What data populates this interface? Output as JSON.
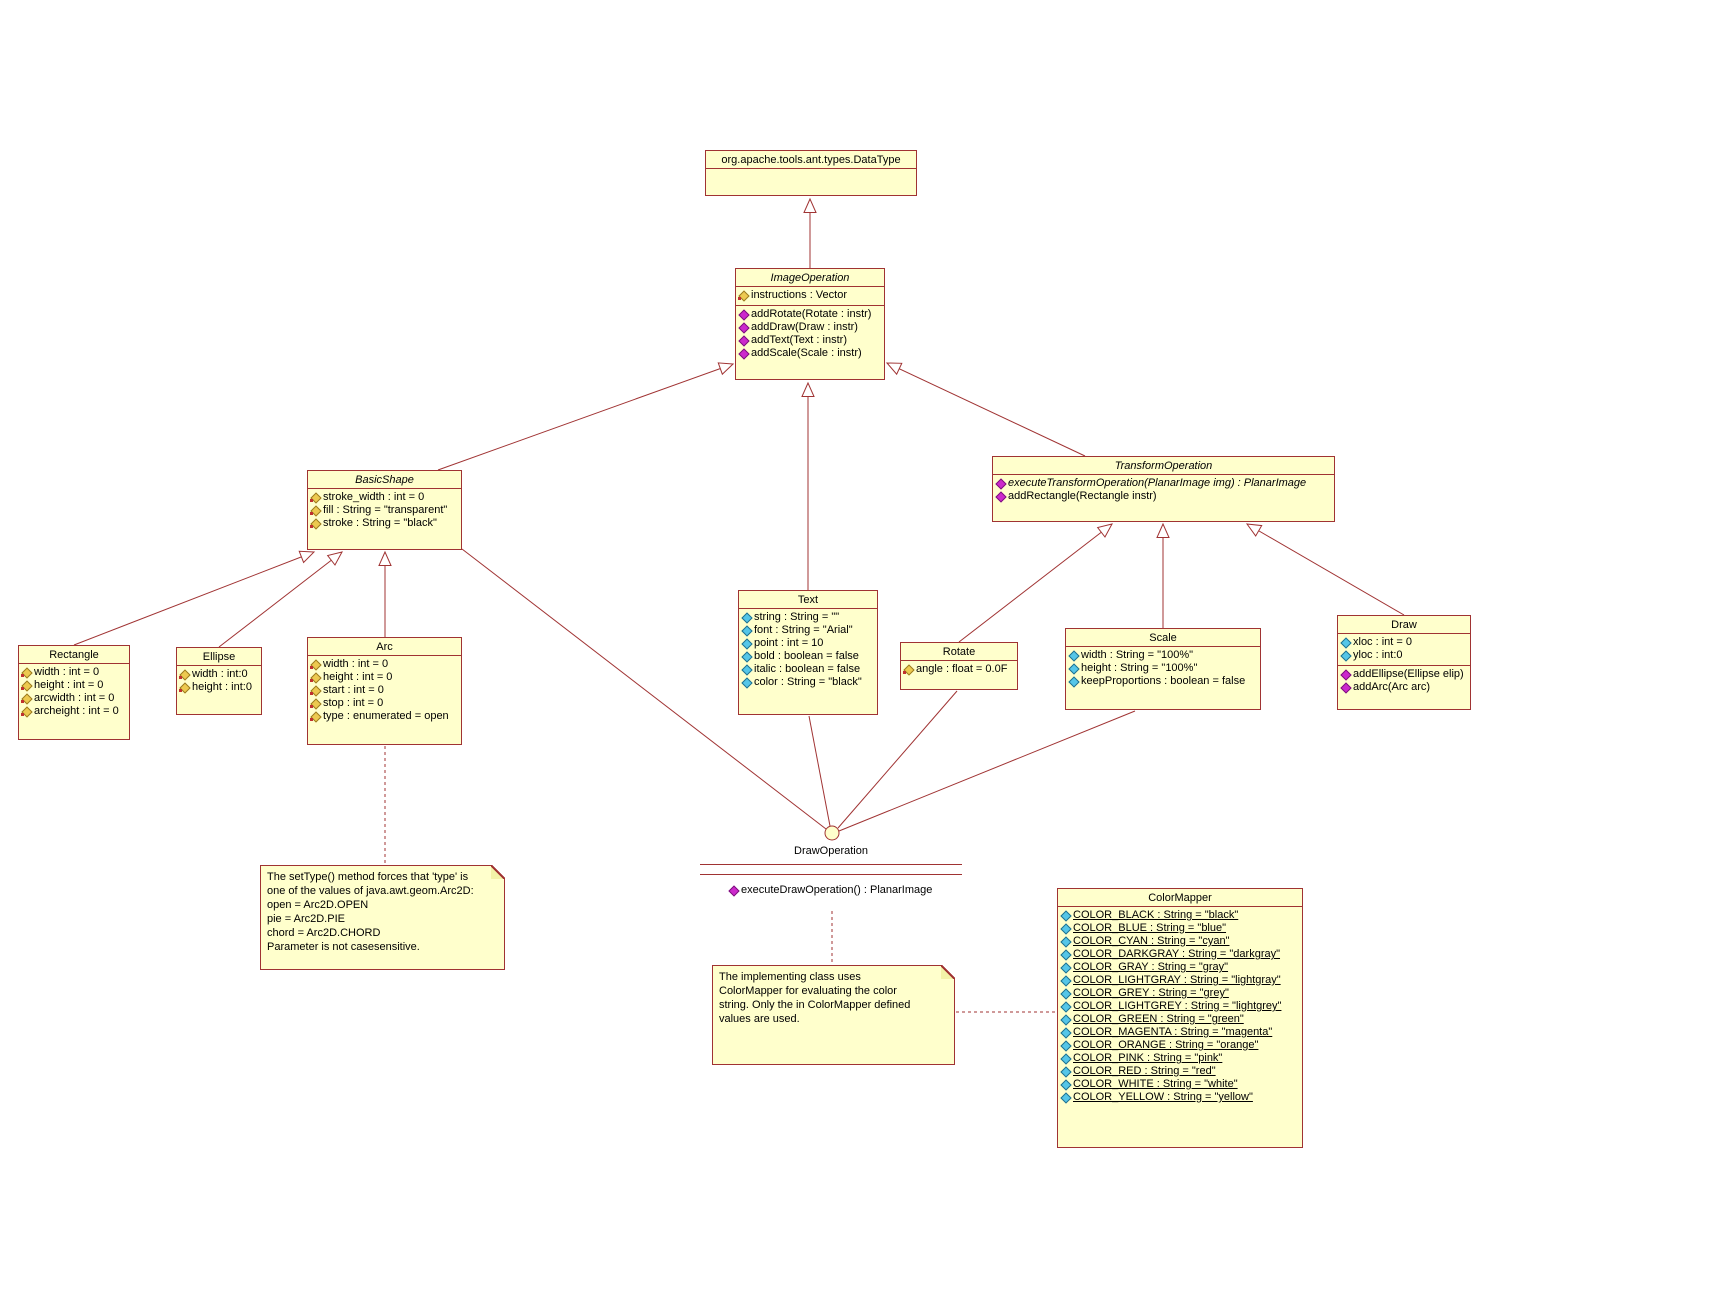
{
  "classes": {
    "datatype": {
      "title": "org.apache.tools.ant.types.DataType",
      "attributes": []
    },
    "image_operation": {
      "title": "ImageOperation",
      "attributes": [
        {
          "icon": "key-attr-icon",
          "text": "instructions : Vector"
        }
      ],
      "methods": [
        {
          "icon": "method-diamond-icon",
          "text": "addRotate(Rotate : instr)"
        },
        {
          "icon": "method-diamond-icon",
          "text": "addDraw(Draw : instr)"
        },
        {
          "icon": "method-diamond-icon",
          "text": "addText(Text : instr)"
        },
        {
          "icon": "method-diamond-icon",
          "text": "addScale(Scale : instr)"
        }
      ]
    },
    "basic_shape": {
      "title": "BasicShape",
      "attributes": [
        {
          "icon": "key-attr-icon",
          "text": "stroke_width : int = 0"
        },
        {
          "icon": "key-attr-icon",
          "text": "fill : String = \"transparent\""
        },
        {
          "icon": "key-attr-icon",
          "text": "stroke : String = \"black\""
        }
      ]
    },
    "transform_operation": {
      "title": "TransformOperation",
      "methods": [
        {
          "icon": "method-diamond-icon",
          "style": "italic",
          "text": "executeTransformOperation(PlanarImage img) : PlanarImage"
        },
        {
          "icon": "method-diamond-icon",
          "text": "addRectangle(Rectangle instr)"
        }
      ]
    },
    "rectangle": {
      "title": "Rectangle",
      "attributes": [
        {
          "icon": "key-attr-icon",
          "text": "width : int = 0"
        },
        {
          "icon": "key-attr-icon",
          "text": "height : int = 0"
        },
        {
          "icon": "key-attr-icon",
          "text": "arcwidth : int = 0"
        },
        {
          "icon": "key-attr-icon",
          "text": "archeight : int = 0"
        }
      ]
    },
    "ellipse": {
      "title": "Ellipse",
      "attributes": [
        {
          "icon": "key-attr-icon",
          "text": "width : int:0"
        },
        {
          "icon": "key-attr-icon",
          "text": "height : int:0"
        }
      ]
    },
    "arc": {
      "title": "Arc",
      "attributes": [
        {
          "icon": "key-attr-icon",
          "text": "width : int = 0"
        },
        {
          "icon": "key-attr-icon",
          "text": "height : int = 0"
        },
        {
          "icon": "key-attr-icon",
          "text": "start : int = 0"
        },
        {
          "icon": "key-attr-icon",
          "text": "stop : int = 0"
        },
        {
          "icon": "key-attr-icon",
          "text": "type : enumerated = open"
        }
      ]
    },
    "text": {
      "title": "Text",
      "attributes": [
        {
          "icon": "cyan-attr-icon",
          "text": "string : String = \"\""
        },
        {
          "icon": "cyan-attr-icon",
          "text": "font : String = \"Arial\""
        },
        {
          "icon": "cyan-attr-icon",
          "text": "point : int = 10"
        },
        {
          "icon": "cyan-attr-icon",
          "text": "bold : boolean = false"
        },
        {
          "icon": "cyan-attr-icon",
          "text": "italic : boolean = false"
        },
        {
          "icon": "cyan-attr-icon",
          "text": "color : String = \"black\""
        }
      ]
    },
    "rotate": {
      "title": "Rotate",
      "attributes": [
        {
          "icon": "key-attr-icon",
          "text": "angle : float = 0.0F"
        }
      ]
    },
    "scale": {
      "title": "Scale",
      "attributes": [
        {
          "icon": "cyan-attr-icon",
          "text": "width : String = \"100%\""
        },
        {
          "icon": "cyan-attr-icon",
          "text": "height : String = \"100%\""
        },
        {
          "icon": "cyan-attr-icon",
          "text": "keepProportions : boolean = false"
        }
      ]
    },
    "draw": {
      "title": "Draw",
      "attributes": [
        {
          "icon": "cyan-attr-icon",
          "text": "xloc : int = 0"
        },
        {
          "icon": "cyan-attr-icon",
          "text": "yloc : int:0"
        }
      ],
      "methods": [
        {
          "icon": "method-diamond-icon",
          "text": "addEllipse(Ellipse elip)"
        },
        {
          "icon": "method-diamond-icon",
          "text": "addArc(Arc arc)"
        }
      ]
    },
    "colormapper": {
      "title": "ColorMapper",
      "attributes": [
        {
          "icon": "cyan-attr-icon",
          "style": "underline",
          "text": "COLOR_BLACK : String = \"black\""
        },
        {
          "icon": "cyan-attr-icon",
          "style": "underline",
          "text": "COLOR_BLUE : String = \"blue\""
        },
        {
          "icon": "cyan-attr-icon",
          "style": "underline",
          "text": "COLOR_CYAN : String = \"cyan\""
        },
        {
          "icon": "cyan-attr-icon",
          "style": "underline",
          "text": "COLOR_DARKGRAY : String = \"darkgray\""
        },
        {
          "icon": "cyan-attr-icon",
          "style": "underline",
          "text": "COLOR_GRAY : String = \"gray\""
        },
        {
          "icon": "cyan-attr-icon",
          "style": "underline",
          "text": "COLOR_LIGHTGRAY : String = \"lightgray\""
        },
        {
          "icon": "cyan-attr-icon",
          "style": "underline",
          "text": "COLOR_GREY : String = \"grey\""
        },
        {
          "icon": "cyan-attr-icon",
          "style": "underline",
          "text": "COLOR_LIGHTGREY : String = \"lightgrey\""
        },
        {
          "icon": "cyan-attr-icon",
          "style": "underline",
          "text": "COLOR_GREEN : String = \"green\""
        },
        {
          "icon": "cyan-attr-icon",
          "style": "underline",
          "text": "COLOR_MAGENTA : String = \"magenta\""
        },
        {
          "icon": "cyan-attr-icon",
          "style": "underline",
          "text": "COLOR_ORANGE : String = \"orange\""
        },
        {
          "icon": "cyan-attr-icon",
          "style": "underline",
          "text": "COLOR_PINK : String = \"pink\""
        },
        {
          "icon": "cyan-attr-icon",
          "style": "underline",
          "text": "COLOR_RED : String = \"red\""
        },
        {
          "icon": "cyan-attr-icon",
          "style": "underline",
          "text": "COLOR_WHITE : String = \"white\""
        },
        {
          "icon": "cyan-attr-icon",
          "style": "underline",
          "text": "COLOR_YELLOW : String = \"yellow\""
        }
      ]
    }
  },
  "interface_lollipop": {
    "label": "DrawOperation",
    "methods": [
      {
        "icon": "method-diamond-icon",
        "text": "executeDrawOperation() : PlanarImage"
      }
    ]
  },
  "notes": {
    "arc_note": {
      "lines": [
        "The setType() method forces that 'type' is",
        "one of the values of java.awt.geom.Arc2D:",
        "open = Arc2D.OPEN",
        "pie = Arc2D.PIE",
        "chord = Arc2D.CHORD",
        "Parameter is not casesensitive."
      ]
    },
    "colormapper_note": {
      "lines": [
        "The implementing class uses",
        "ColorMapper for evaluating the color",
        "string. Only the in ColorMapper defined",
        "values are used."
      ]
    }
  },
  "colors": {
    "box_fill": "#FFFFCC",
    "box_border": "#A03333",
    "connector": "#A03333",
    "method_icon": "#CC29CC",
    "attribute_key_icon": "#EDC94F",
    "attribute_icon": "#55C6E8"
  }
}
